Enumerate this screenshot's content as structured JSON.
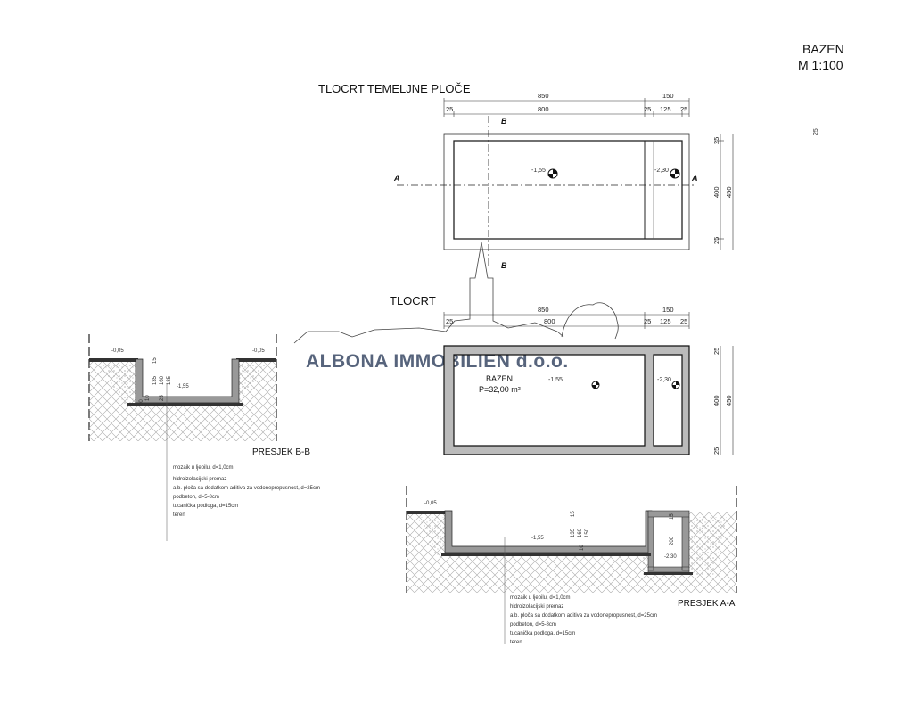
{
  "sheet": {
    "title": "BAZEN",
    "scale": "M 1:100"
  },
  "foundation_plan": {
    "title": "TLOCRT TEMELJNE PLOČE",
    "dims_top_total": [
      "850",
      "150"
    ],
    "dims_top_detail": [
      "25",
      "800",
      "25",
      "125",
      "25"
    ],
    "dims_right": [
      "25",
      "400",
      "25"
    ],
    "dims_right_total": "450",
    "levels": [
      "-1,55",
      "-2,30"
    ],
    "section_marks": [
      "A",
      "A",
      "B",
      "B"
    ],
    "side_note": "25"
  },
  "plan": {
    "title": "TLOCRT",
    "dims_top_total": [
      "850",
      "150"
    ],
    "dims_top_detail": [
      "25",
      "800",
      "25",
      "125",
      "25"
    ],
    "dims_right": [
      "25",
      "400",
      "25"
    ],
    "dims_right_total": "450",
    "room_name": "BAZEN",
    "area": "P=32,00 m²",
    "levels": [
      "-1,55",
      "-2,30"
    ]
  },
  "watermark": "ALBONA IMMOBILIEN d.o.o.",
  "section_bb": {
    "title": "PRESJEK B-B",
    "levels": [
      "-0,05",
      "-0,05",
      "-1,55"
    ],
    "dims": [
      "15",
      "135",
      "160",
      "185",
      "25",
      "10",
      "20"
    ],
    "legend": [
      "mozaik u ljepilu, d=1,0cm",
      "hidroizolacijski premaz",
      "a.b. ploča sa dodatkom aditiva za vodonepropusnost, d=25cm",
      "podbeton, d=5-8cm",
      "tucanička podloga, d=15cm",
      "teren"
    ]
  },
  "section_aa": {
    "title": "PRESJEK A-A",
    "levels": [
      "-0,05",
      "-1,55",
      "-2,30"
    ],
    "dims": [
      "15",
      "135",
      "160",
      "150",
      "10",
      "15",
      "200"
    ],
    "legend": [
      "mozaik u ljepilu, d=1,0cm",
      "hidroizolacijski premaz",
      "a.b. ploča sa dodatkom aditiva za vodonepropusnost, d=25cm",
      "podbeton, d=5-8cm",
      "tucanička podloga, d=15cm",
      "teren"
    ]
  }
}
